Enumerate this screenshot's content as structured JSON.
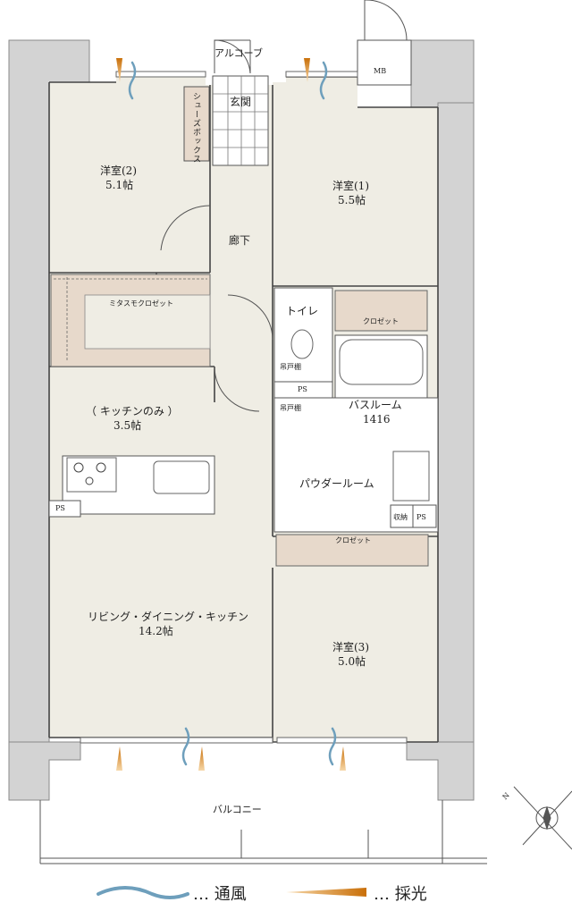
{
  "rooms": {
    "alcove": "アルコーブ",
    "mb": "MB",
    "entrance": "玄関",
    "shoe_box": "シューズボックス",
    "bedroom2": {
      "name": "洋室(2)",
      "size": "5.1帖"
    },
    "bedroom1": {
      "name": "洋室(1)",
      "size": "5.5帖"
    },
    "hallway": "廊下",
    "mix_closet": "ミタスモクロゼット",
    "toilet": "トイレ",
    "closet": "クロゼット",
    "hanging_shelf": "吊戸棚",
    "ps": "PS",
    "bathroom": {
      "name": "バスルーム",
      "size": "1416"
    },
    "kitchen_only": {
      "name": "（ キッチンのみ ）",
      "size": "3.5帖"
    },
    "powder_room": "パウダールーム",
    "storage": "収納",
    "ldk": {
      "name": "リビング・ダイニング・キッチン",
      "size": "14.2帖"
    },
    "bedroom3": {
      "name": "洋室(3)",
      "size": "5.0帖"
    },
    "balcony": "バルコニー"
  },
  "compass": {
    "north": "N"
  },
  "legend": {
    "ventilation": "… 通風",
    "daylight": "… 採光"
  },
  "colors": {
    "floor": "#efede4",
    "storage_fill": "#e7d9cb",
    "wall": "#d3d3d3",
    "wind": "#6e9fbc",
    "light": "#d9841c"
  }
}
